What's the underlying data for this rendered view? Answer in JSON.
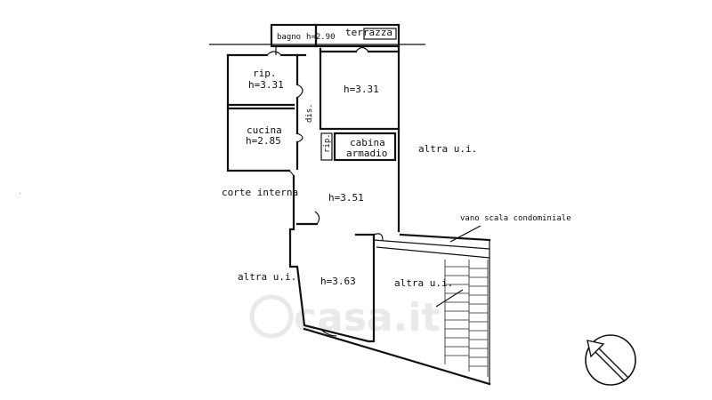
{
  "plan": {
    "labels": {
      "bagno": "bagno",
      "bagno_h": "h=2.90",
      "terrazza": "terrazza",
      "rip": "rip.",
      "rip_h": "h=3.31",
      "camera_h": "h=3.31",
      "dis": "dis.",
      "cucina": "cucina",
      "cucina_h": "h=2.85",
      "rip_small": "rip.",
      "cabina_1": "cabina",
      "cabina_2": "armadio",
      "altra_ui_right": "altra u.i.",
      "corte_interna": "corte interna",
      "soggiorno_h": "h=3.51",
      "vano_scala": "vano scala condominiale",
      "altra_ui_left": "altra u.i.",
      "ingresso_h": "h=3.63",
      "altra_ui_stair": "altra u.i."
    },
    "watermark": "casa.it",
    "compass_icon": "north-arrow-icon"
  }
}
